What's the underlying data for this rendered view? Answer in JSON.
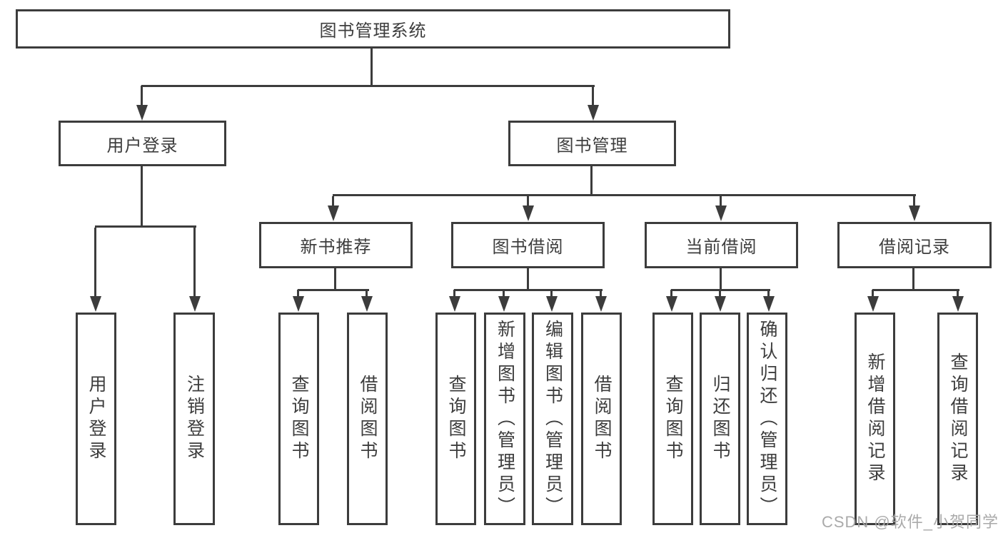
{
  "colors": {
    "line": "#3c3c3c",
    "text": "#3d3d3d",
    "watermark": "#a5a5a5",
    "background": "#ffffff"
  },
  "watermark": {
    "text": "CSDN @软件_小贺同学"
  },
  "tree": {
    "label": "图书管理系统",
    "children": [
      {
        "label": "用户登录",
        "children": [
          {
            "label": "用户登录"
          },
          {
            "label": "注销登录"
          }
        ]
      },
      {
        "label": "图书管理",
        "children": [
          {
            "label": "新书推荐",
            "children": [
              {
                "label": "查询图书"
              },
              {
                "label": "借阅图书"
              }
            ]
          },
          {
            "label": "图书借阅",
            "children": [
              {
                "label": "查询图书"
              },
              {
                "label": "新增图书（管理员）"
              },
              {
                "label": "编辑图书（管理员）"
              },
              {
                "label": "借阅图书"
              }
            ]
          },
          {
            "label": "当前借阅",
            "children": [
              {
                "label": "查询图书"
              },
              {
                "label": "归还图书"
              },
              {
                "label": "确认归还（管理员）"
              }
            ]
          },
          {
            "label": "借阅记录",
            "children": [
              {
                "label": "新增借阅记录"
              },
              {
                "label": "查询借阅记录"
              }
            ]
          }
        ]
      }
    ]
  }
}
